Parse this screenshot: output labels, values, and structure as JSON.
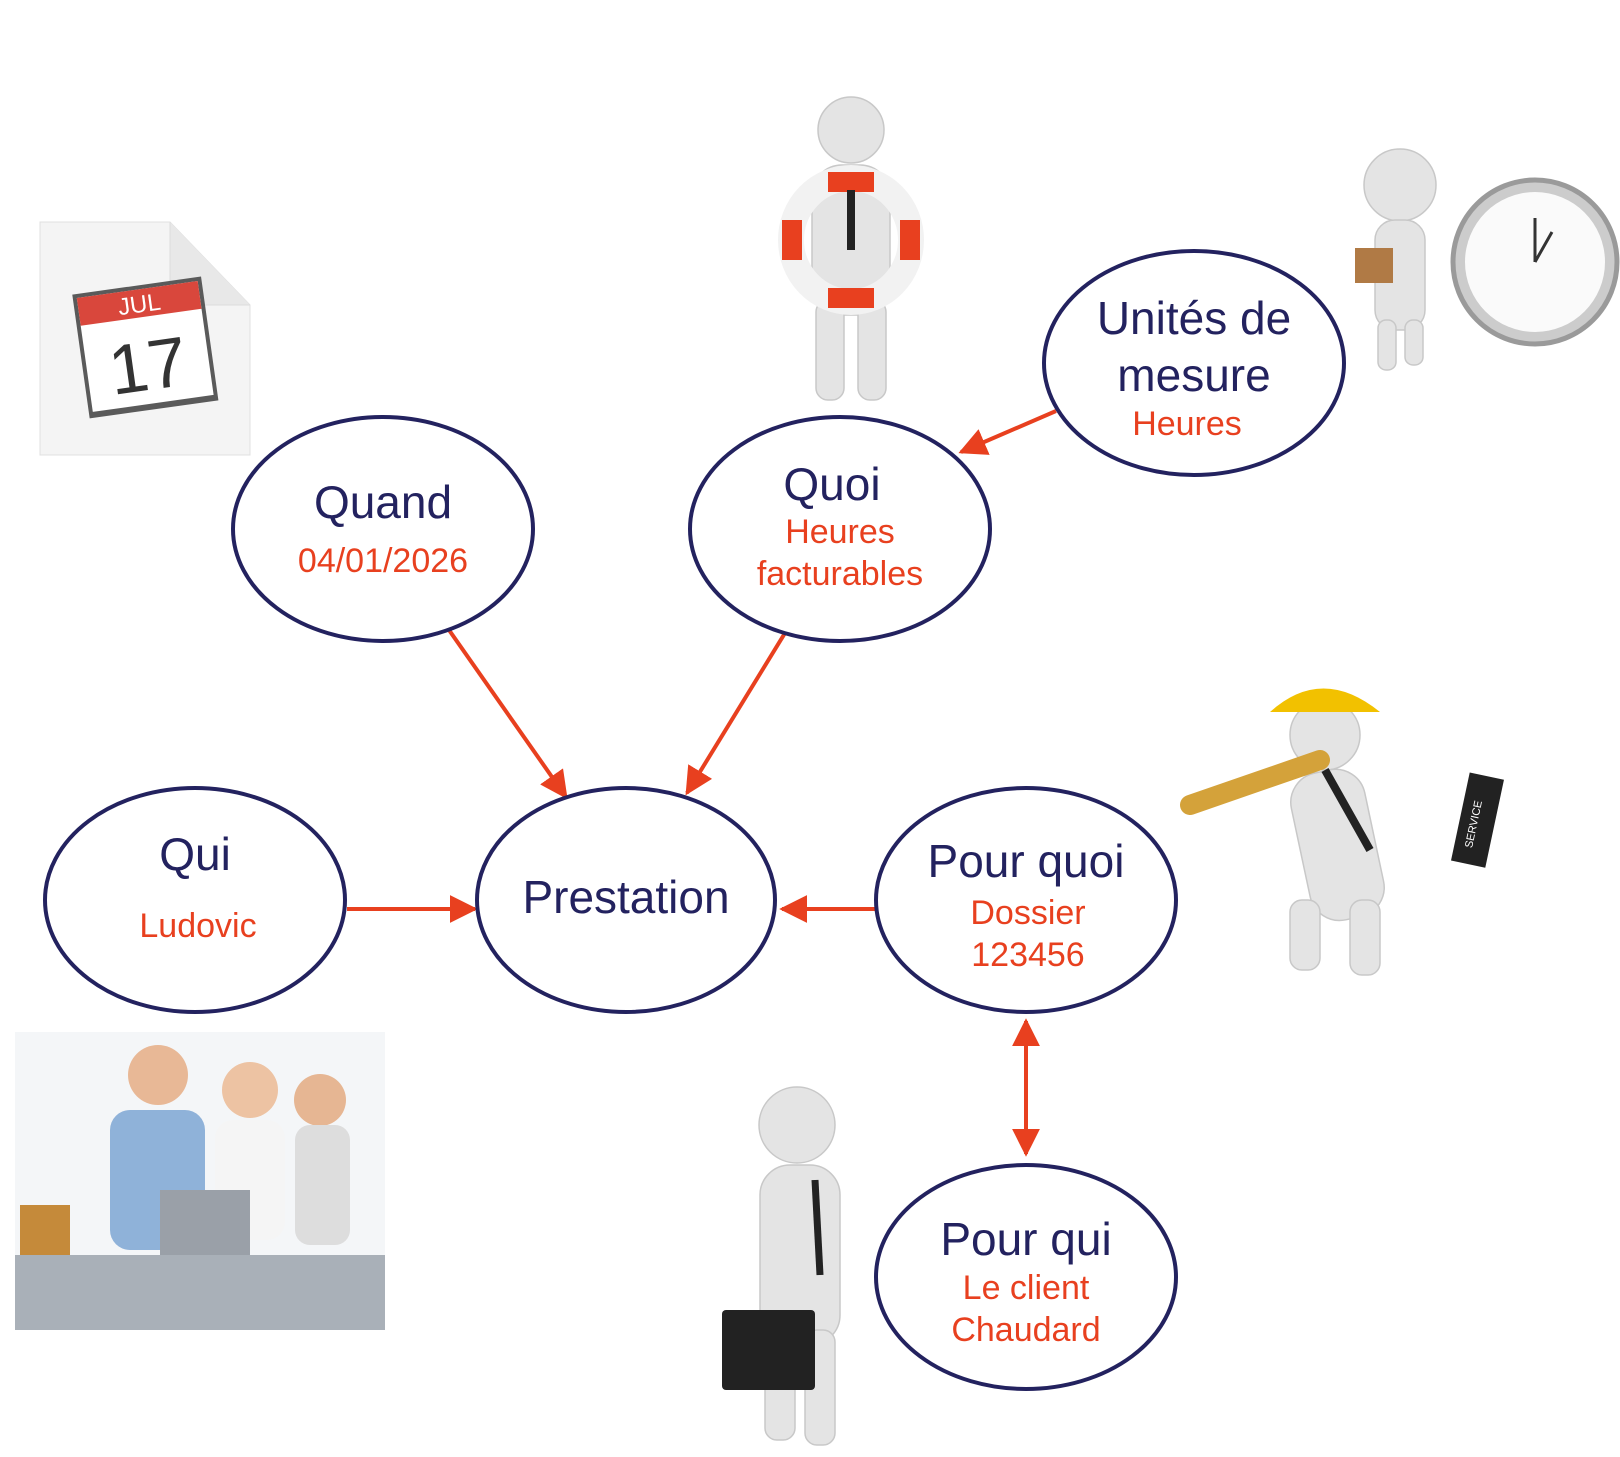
{
  "colors": {
    "node_stroke": "#23225f",
    "title_text": "#23225f",
    "detail_text": "#e8401f",
    "arrow": "#e8401f"
  },
  "nodes": {
    "prestation": {
      "title": "Prestation"
    },
    "quand": {
      "title": "Quand",
      "detail": "04/01/2026"
    },
    "quoi": {
      "title": "Quoi",
      "detail_line1": "Heures",
      "detail_line2": "facturables"
    },
    "unites": {
      "title_line1": "Unités de",
      "title_line2": "mesure",
      "detail": "Heures"
    },
    "qui": {
      "title": "Qui",
      "detail": "Ludovic"
    },
    "pour_quoi": {
      "title": "Pour quoi",
      "detail_line1": "Dossier",
      "detail_line2": "123456"
    },
    "pour_qui": {
      "title": "Pour qui",
      "detail_line1": "Le client",
      "detail_line2": "Chaudard"
    }
  },
  "illustrations": {
    "calendar": {
      "month": "JUL",
      "day": "17",
      "icon": "calendar-icon"
    },
    "worker": {
      "case_label": "SERVICE"
    }
  }
}
